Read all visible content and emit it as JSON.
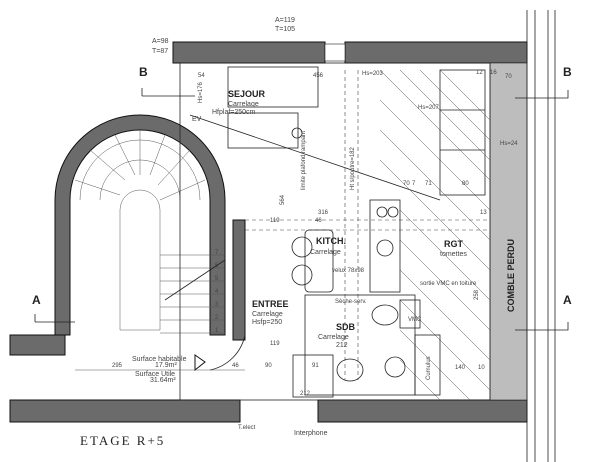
{
  "title": "ETAGE  R+5",
  "heights": {
    "top": [
      "A=119",
      "T=105"
    ],
    "left": [
      "A=98",
      "T=87"
    ]
  },
  "sections": {
    "a": "A",
    "b": "B"
  },
  "rooms": {
    "sejour": {
      "name": "SEJOUR",
      "floor": "Carrelage",
      "ceiling": "Hfplaf=250cm"
    },
    "kitchen": {
      "name": "KITCH.",
      "floor": "Carrelage",
      "velux": "velux 78x98"
    },
    "rgt": {
      "name": "RGT",
      "floor": "tomettes"
    },
    "entree": {
      "name": "ENTREE",
      "floor": "Carrelage",
      "ceiling": "Hsfp=250"
    },
    "sdb": {
      "name": "SDB",
      "floor": "Carrelage",
      "dim": "212"
    },
    "comble": {
      "name": "COMBLE PERDU"
    }
  },
  "surfaces": {
    "habitable_label": "Surface habitable",
    "habitable_value": "17.9m²",
    "utile_label": "Surface Utile",
    "utile_value": "31.64m²"
  },
  "annotations": {
    "ev": "EV",
    "vmc": "VMC",
    "cumulus": "Cumulus",
    "interphone": "Interphone",
    "telect": "T.elect",
    "seche": "Sèche-serv.",
    "sortie_vmc": "sortie VMC en toiture",
    "hs": "Hs=203",
    "hs2": "Hs=207",
    "hs3": "Hs=24",
    "hs176": "Hs=176",
    "poutre": "Ht s/poutre=182",
    "limite": "limite plafond rampant"
  },
  "dimensions": [
    "456",
    "54",
    "316",
    "119",
    "46",
    "564",
    "295",
    "46",
    "90",
    "119",
    "70",
    "7",
    "71",
    "80",
    "140",
    "10",
    "258",
    "91",
    "212",
    "12",
    "16",
    "70",
    "13"
  ],
  "stairs": [
    "1",
    "2",
    "3",
    "4",
    "5",
    "6",
    "7"
  ]
}
